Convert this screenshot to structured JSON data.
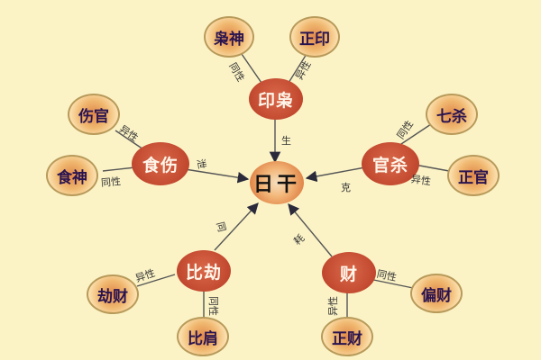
{
  "center": {
    "label": "日干"
  },
  "hubs": [
    {
      "id": "yinxiao",
      "label": "印枭",
      "relation": "生",
      "leaves": [
        {
          "label": "枭神",
          "relation": "同性"
        },
        {
          "label": "正印",
          "relation": "异性"
        }
      ]
    },
    {
      "id": "shishang",
      "label": "食伤",
      "relation": "泄",
      "leaves": [
        {
          "label": "伤官",
          "relation": "异性"
        },
        {
          "label": "食神",
          "relation": "同性"
        }
      ]
    },
    {
      "id": "guansha",
      "label": "官杀",
      "relation": "克",
      "leaves": [
        {
          "label": "七杀",
          "relation": "同性"
        },
        {
          "label": "正官",
          "relation": "异性"
        }
      ]
    },
    {
      "id": "bijie",
      "label": "比劫",
      "relation": "同",
      "leaves": [
        {
          "label": "劫财",
          "relation": "异性"
        },
        {
          "label": "比肩",
          "relation": "同性"
        }
      ]
    },
    {
      "id": "cai",
      "label": "财",
      "relation": "耗",
      "leaves": [
        {
          "label": "偏财",
          "relation": "同性"
        },
        {
          "label": "正财",
          "relation": "异性"
        }
      ]
    }
  ],
  "colors": {
    "background": "#fbf3c6",
    "hub_fill": "#c2492f",
    "leaf_border": "#b89a5a",
    "leaf_text": "#2a1450",
    "line": "#444444"
  }
}
